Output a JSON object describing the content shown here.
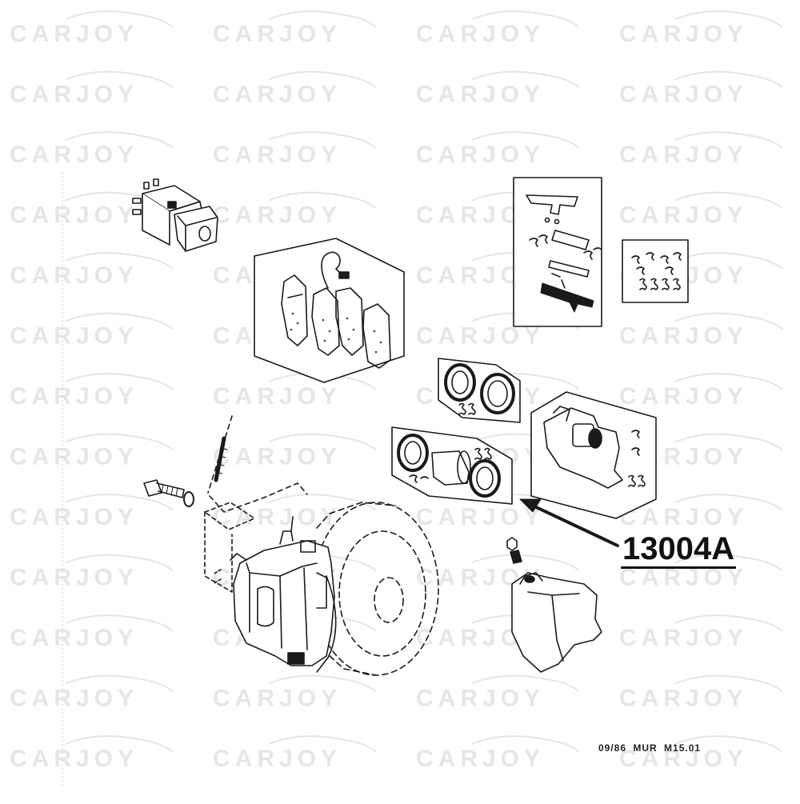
{
  "diagram": {
    "callout_label": "13004A",
    "reference_code": "09/86 MUR M15.01",
    "watermark_text": "CARJOY",
    "colors": {
      "ink": "#1a1a1a",
      "watermark": "#e6e6e6",
      "background": "#ffffff"
    },
    "parts": [
      {
        "name": "wear-indicator-connector"
      },
      {
        "name": "brake-pad-set"
      },
      {
        "name": "pad-fitting-kit"
      },
      {
        "name": "spring-clip-kit"
      },
      {
        "name": "piston-seal-kit"
      },
      {
        "name": "caliper-repair-kit"
      },
      {
        "name": "caliper-with-bracket"
      },
      {
        "name": "brake-hose"
      },
      {
        "name": "caliper-bolt"
      },
      {
        "name": "brake-disc"
      },
      {
        "name": "brake-caliper-assembly"
      },
      {
        "name": "bleed-screw"
      },
      {
        "name": "caliper-housing"
      }
    ]
  }
}
